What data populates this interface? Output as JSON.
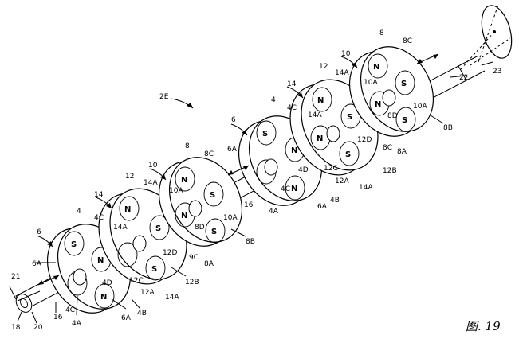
{
  "caption": "图. 19",
  "poles": {
    "south": "S",
    "north": "N"
  },
  "labels": {
    "l18": "18",
    "l20": "20",
    "l21": "21",
    "l16a": "16",
    "l4ca": "4C",
    "l4aa": "4A",
    "l6aa": "6A",
    "l6a": "6",
    "l4a": "4",
    "l4c1": "4C",
    "l4da": "4D",
    "l6ab": "6A",
    "l4b": "4B",
    "l12a": "12",
    "l14a": "14",
    "l14aa": "14A",
    "l14ab": "14A",
    "l12c": "12C",
    "l12d": "12D",
    "l12aa": "12A",
    "l14ac": "14A",
    "l12b": "12B",
    "l8a": "8",
    "l8c": "8C",
    "l10a": "10",
    "l10aa": "10A",
    "l8d": "8D",
    "l9c": "9C",
    "l8aa": "8A",
    "l10ab": "10A",
    "l8b": "8B",
    "l16b": "16",
    "l2e": "2E",
    "l6b": "6",
    "l6ac": "6A",
    "l4e": "4",
    "l4cb": "4C",
    "l4db": "4D",
    "l4cc": "4C",
    "l4ab": "4A",
    "l6ad": "6A",
    "l4bb": "4B",
    "l12e": "12",
    "l14b": "14",
    "l14ad": "14A",
    "l14ae": "14A",
    "l12cb": "12C",
    "l12db": "12D",
    "l12ab": "12A",
    "l14af": "14A",
    "l12bb": "12B",
    "l10b": "10",
    "l8e": "8",
    "l8cb": "8C",
    "l10ac": "10A",
    "l8db": "8D",
    "l8cc": "8C",
    "l8ab": "8A",
    "l10ad": "10A",
    "l8bb": "8B",
    "l22": "22",
    "l23": "23"
  }
}
